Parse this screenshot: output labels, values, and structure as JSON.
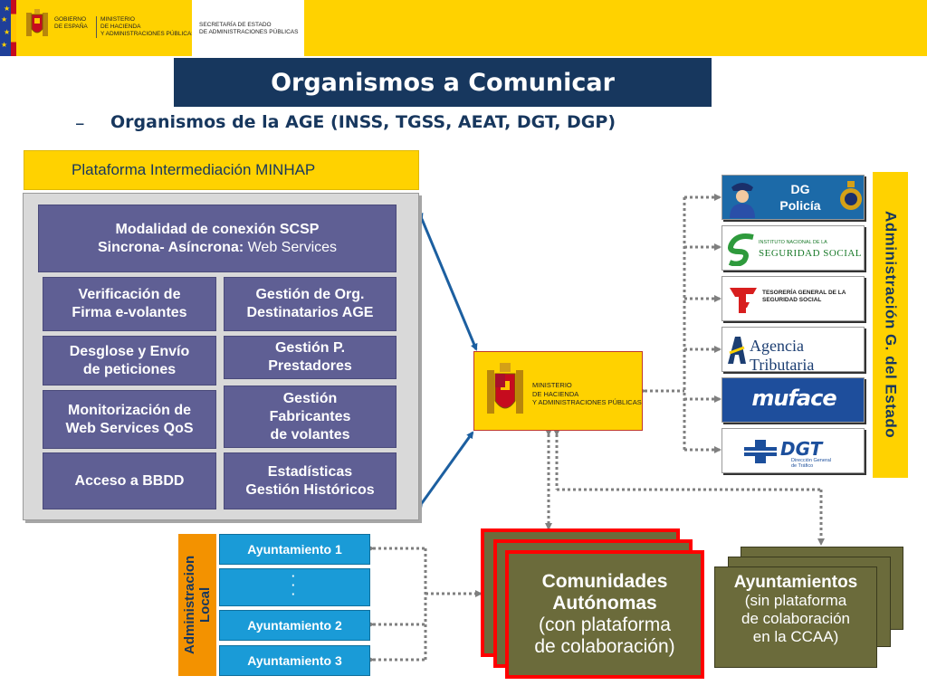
{
  "header": {
    "gobierno": "GOBIERNO\nDE ESPAÑA",
    "ministerio": "MINISTERIO\nDE HACIENDA\nY ADMINISTRACIONES PÚBLICAS",
    "secretaria": "SECRETARÍA DE ESTADO\nDE ADMINISTRACIONES PÚBLICAS"
  },
  "title": "Organismos a Comunicar",
  "subtitle": {
    "dash": "–",
    "text": "Organismos de la AGE (INSS, TGSS, AEAT, DGT, DGP)"
  },
  "platform": {
    "title": "Plataforma  Intermediación MINHAP",
    "modalidad": {
      "bold": "Modalidad de conexión SCSP\nSincrona- Asíncrona:",
      "normal": " Web Services"
    },
    "boxes": [
      "Verificación de\nFirma e-volantes",
      "Gestión de Org.\nDestinatarios AGE",
      "Desglose y Envío\nde peticiones",
      "Gestión P.\nPrestadores",
      "Monitorización de\nWeb Services QoS",
      "Gestión\nFabricantes\n de volantes",
      "Acceso a BBDD",
      "Estadísticas\nGestión Históricos"
    ]
  },
  "ministerio_box": "MINISTERIO\nDE HACIENDA\nY ADMINISTRACIONES PÚBLICAS",
  "age": {
    "label": "Administración G. del Estado",
    "organisms": {
      "dg_policia": "DG\nPolicía",
      "seguridad_social_small": "INSTITUTO NACIONAL DE LA",
      "seguridad_social": "SEGURIDAD SOCIAL",
      "tgss": "TESORERÍA GENERAL DE LA\nSEGURIDAD SOCIAL",
      "aeat": "Agencia Tributaria",
      "muface": "muface",
      "dgt": "DGT",
      "dgt_sub": "Dirección General\nde Tráfico"
    }
  },
  "local": {
    "label": "Administracion\nLocal",
    "ayuntamientos": [
      "Ayuntamiento 1",
      "Ayuntamiento 2",
      "Ayuntamiento 3"
    ],
    "dots": "·\n·\n·\n·"
  },
  "ccaa": {
    "title": "Comunidades\nAutónomas",
    "sub": "(con plataforma\nde colaboración)"
  },
  "ayuntamientos_card": {
    "title": "Ayuntamientos",
    "sub": "(sin plataforma\nde colaboración\nen la CCAA)"
  },
  "colors": {
    "yellow": "#ffd200",
    "navy": "#17375e",
    "platform_box": "#5f5f94",
    "ayto_blue": "#1a9bd7",
    "card_olive": "#6b6b3b",
    "card_border_red": "#ff0000",
    "local_orange": "#f39200"
  }
}
